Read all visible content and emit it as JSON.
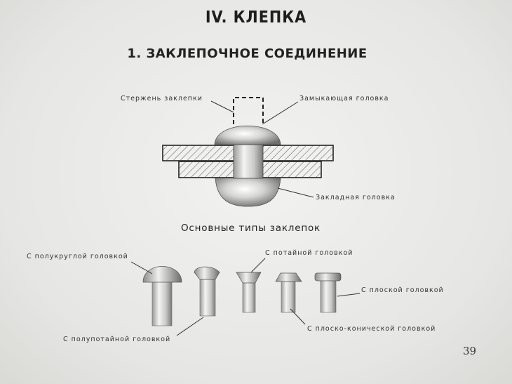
{
  "title": "IV. КЛЕПКА",
  "subtitle": "1. ЗАКЛЕПОЧНОЕ СОЕДИНЕНИЕ",
  "joint_labels": {
    "shank": "Стержень заклепки",
    "closing_head": "Замыкающая головка",
    "embedded_head": "Закладная головка"
  },
  "types_heading": "Основные типы заклепок",
  "rivet_types": {
    "round_head": "С полукруглой головкой",
    "semi_countersunk": "С полупотайной головкой",
    "countersunk": "С потайной головкой",
    "flat_conical": "С плоско-конической головкой",
    "flat": "С плоской головкой"
  },
  "page_number": "39"
}
